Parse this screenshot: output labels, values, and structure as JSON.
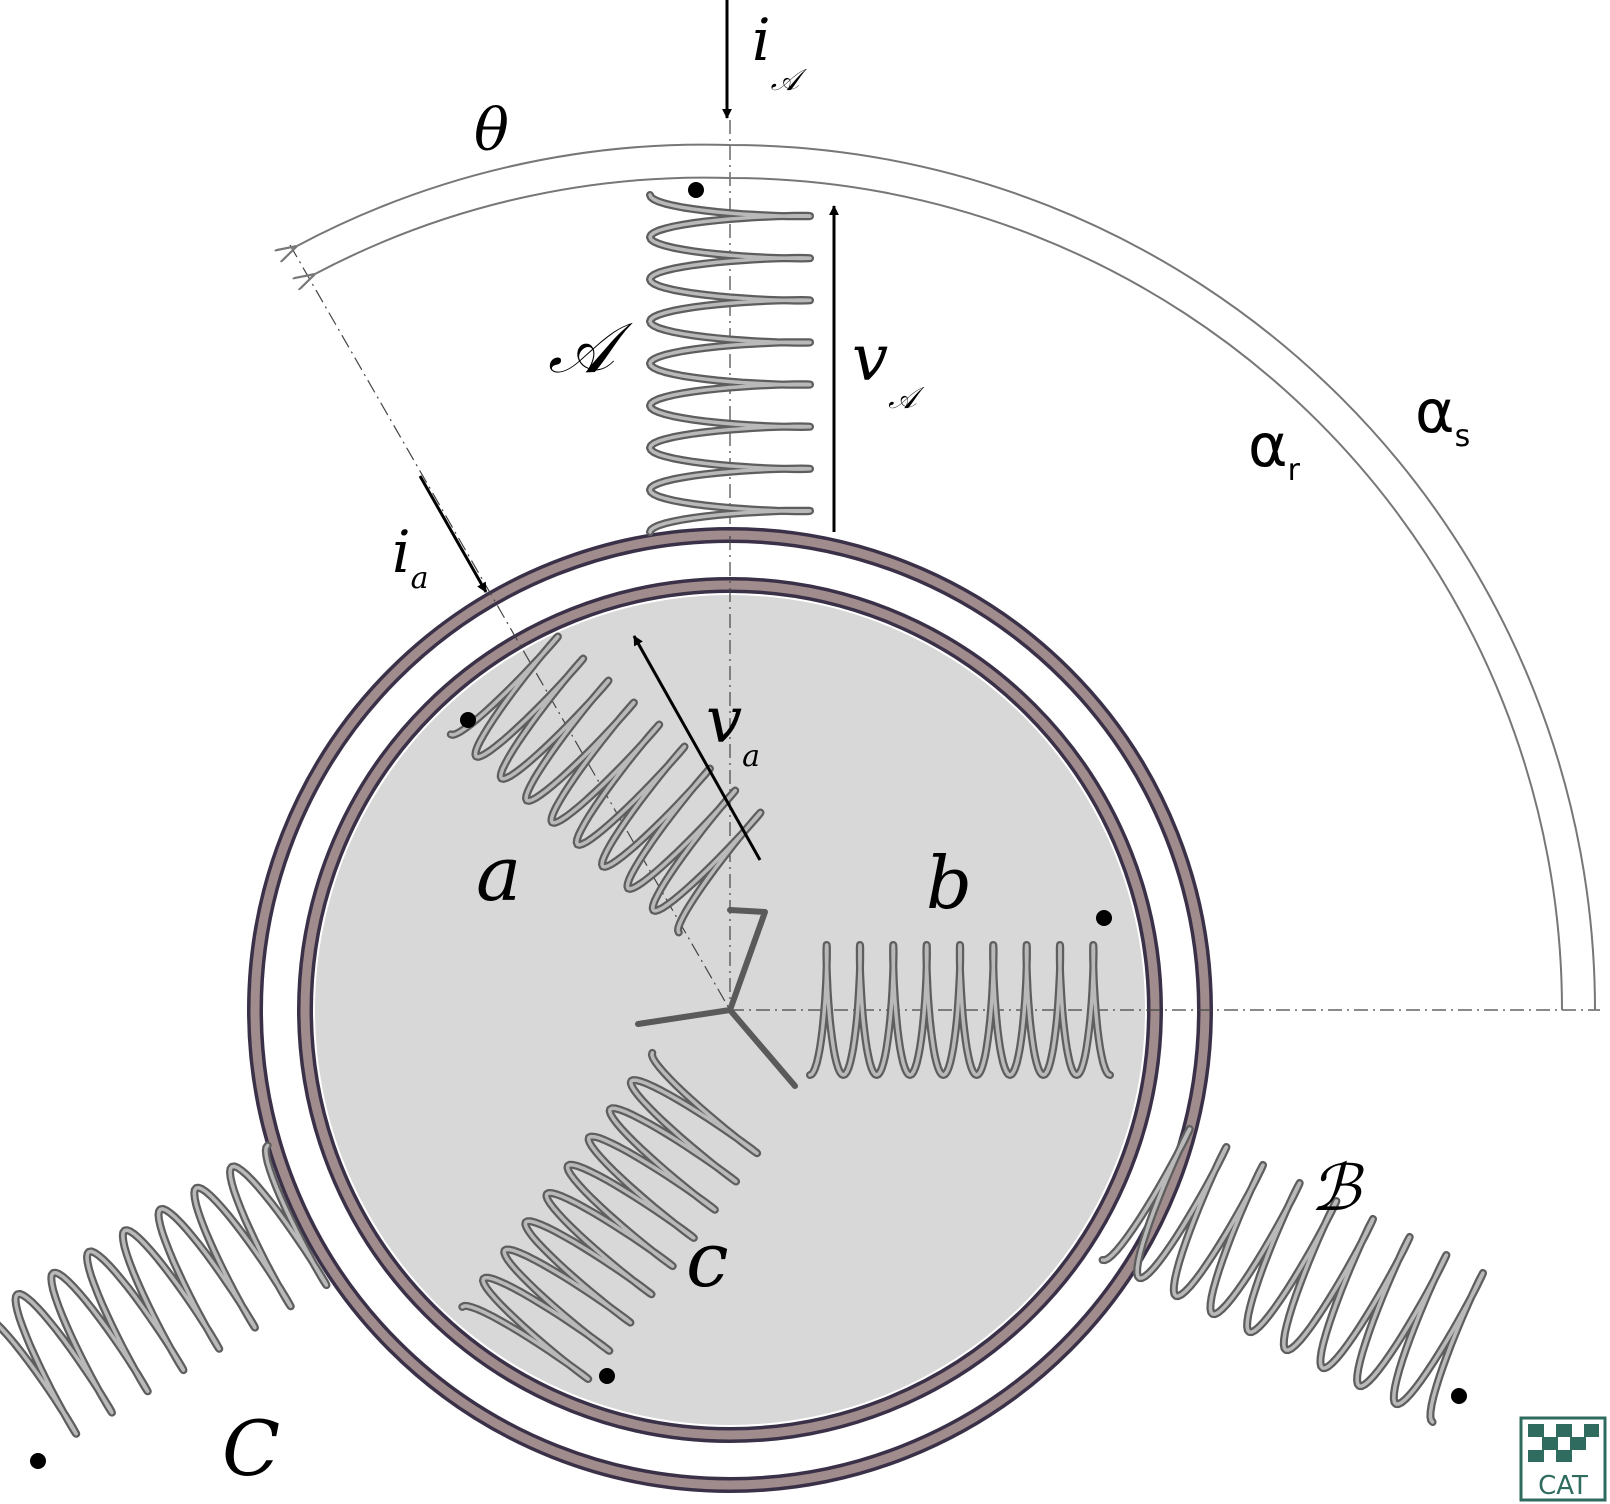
{
  "labels": {
    "theta": "θ",
    "alpha_s": "α",
    "alpha_s_sub": "s",
    "alpha_r": "α",
    "alpha_r_sub": "r",
    "stator_A": "𝒜",
    "stator_B": "ℬ",
    "stator_C": "C",
    "rotor_a": "a",
    "rotor_b": "b",
    "rotor_c": "c",
    "i_A": "i",
    "i_A_sub": "𝒜",
    "v_A": "v",
    "v_A_sub": "𝒜",
    "i_a": "i",
    "i_a_sub": "a",
    "v_a": "v",
    "v_a_sub": "a",
    "logo": "CAT"
  },
  "colors": {
    "rotor_fill": "#d8d8d8",
    "ring_outer": "#3a3048",
    "ring_inner": "#a08c8c",
    "coil_dark": "#5e5e5e",
    "coil_light": "#b9b9b9",
    "logo": "#2f6b5f"
  }
}
